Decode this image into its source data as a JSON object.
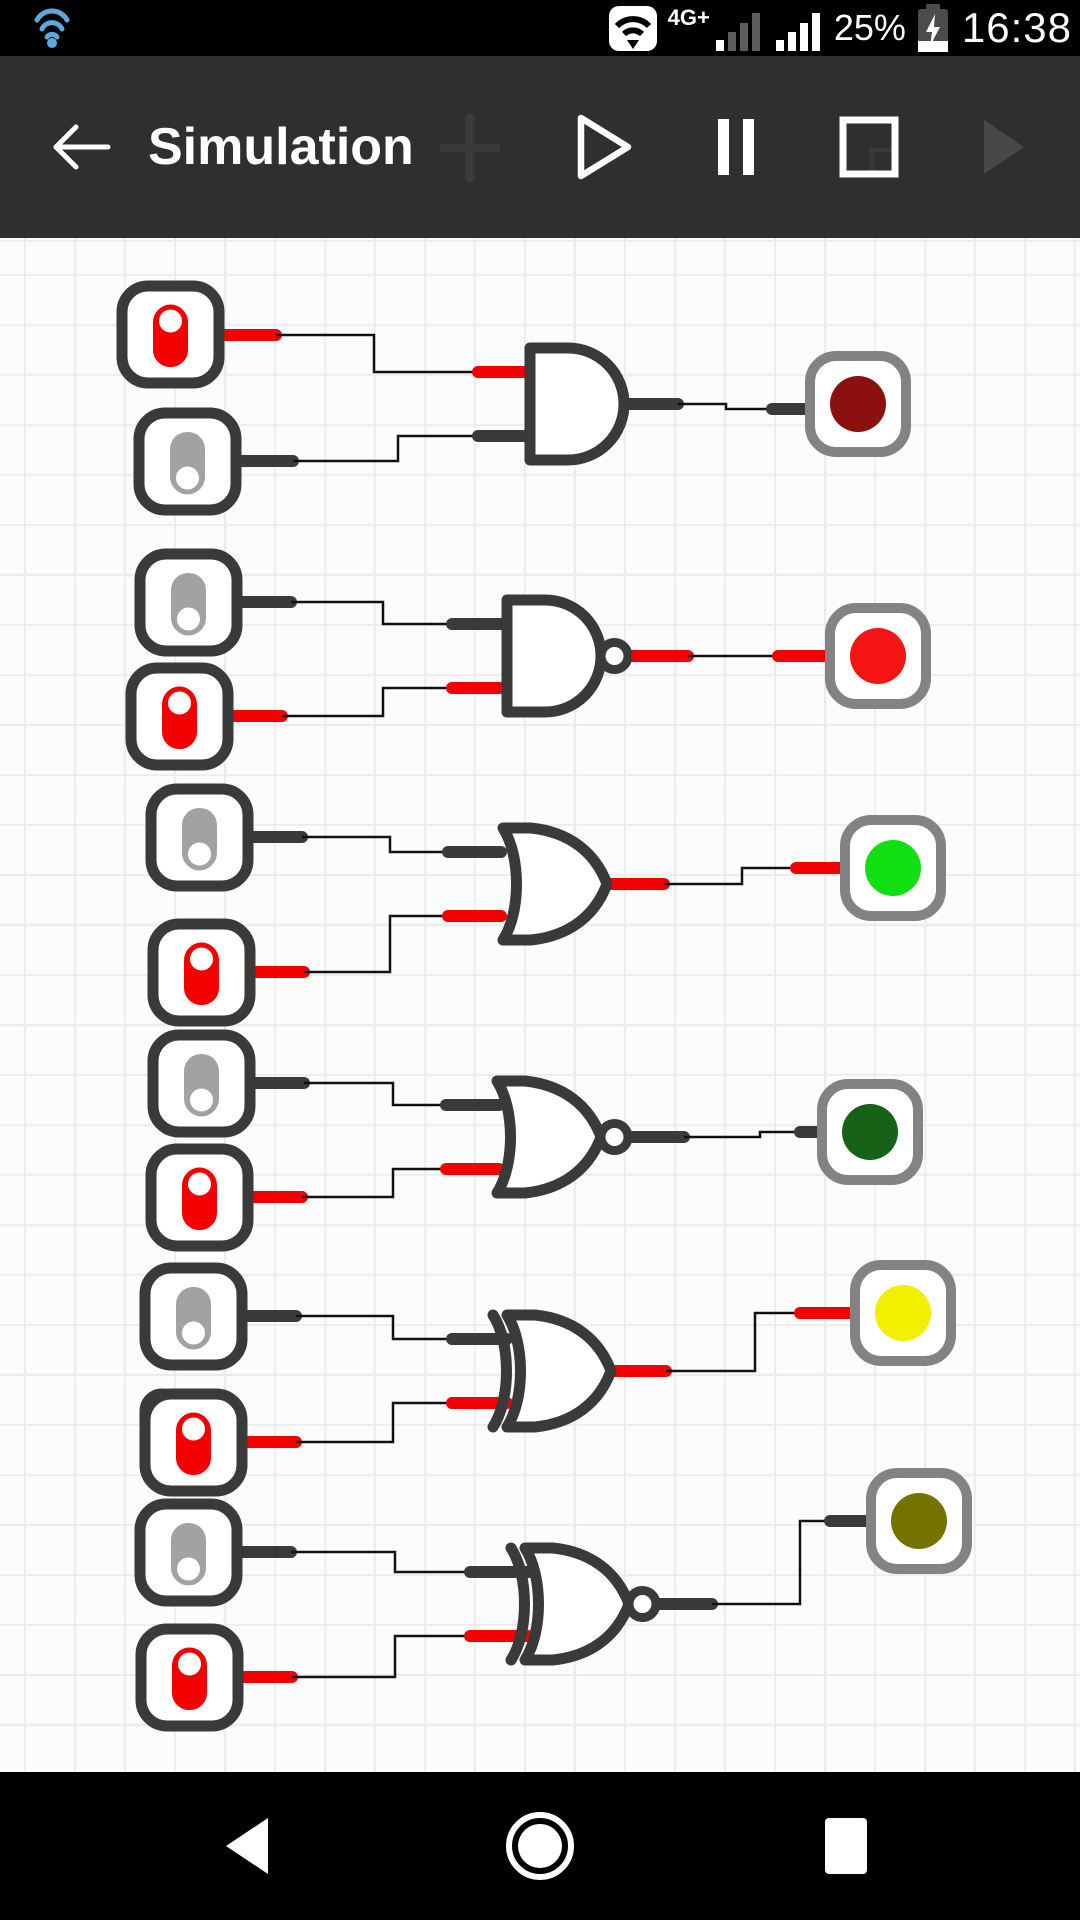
{
  "status_bar": {
    "time": "16:38",
    "battery_percent": "25%",
    "battery_state": "charging",
    "network_label": "4G+",
    "icons": [
      "wifi-icon",
      "wifi-hotspot-icon",
      "cell-signal-icon",
      "cell-signal-2-icon",
      "battery-charging-icon"
    ]
  },
  "toolbar": {
    "title": "Simulation",
    "back": "back-arrow",
    "buttons": [
      {
        "name": "play",
        "state": "enabled"
      },
      {
        "name": "pause",
        "state": "enabled"
      },
      {
        "name": "stop",
        "state": "enabled"
      }
    ],
    "ghost_icons": [
      "plus-icon",
      "step-forward-icon"
    ]
  },
  "circuit": {
    "rows": [
      {
        "gate": "AND",
        "inputs": [
          {
            "type": "toggle",
            "state": "on"
          },
          {
            "type": "toggle",
            "state": "off"
          }
        ],
        "output": "off",
        "led": {
          "state": "off",
          "color": "#8d1010"
        }
      },
      {
        "gate": "NAND",
        "inputs": [
          {
            "type": "toggle",
            "state": "off"
          },
          {
            "type": "toggle",
            "state": "on"
          }
        ],
        "output": "on",
        "led": {
          "state": "on",
          "color": "#f51414"
        }
      },
      {
        "gate": "OR",
        "inputs": [
          {
            "type": "toggle",
            "state": "off"
          },
          {
            "type": "toggle",
            "state": "on"
          }
        ],
        "output": "on",
        "led": {
          "state": "on",
          "color": "#12df12"
        }
      },
      {
        "gate": "NOR",
        "inputs": [
          {
            "type": "toggle",
            "state": "off"
          },
          {
            "type": "toggle",
            "state": "on"
          }
        ],
        "output": "off",
        "led": {
          "state": "off",
          "color": "#166216"
        }
      },
      {
        "gate": "XOR",
        "inputs": [
          {
            "type": "toggle",
            "state": "off"
          },
          {
            "type": "toggle",
            "state": "on"
          }
        ],
        "output": "on",
        "led": {
          "state": "on",
          "color": "#f2ef00"
        }
      },
      {
        "gate": "XNOR",
        "inputs": [
          {
            "type": "toggle",
            "state": "off"
          },
          {
            "type": "toggle",
            "state": "on"
          }
        ],
        "output": "off",
        "led": {
          "state": "off",
          "color": "#747200"
        }
      }
    ]
  },
  "nav_bar": {
    "icons": [
      "back-icon",
      "home-icon",
      "recents-icon"
    ]
  },
  "colors": {
    "signal_on": "#f50000",
    "signal_off": "#3a3a3a",
    "component_stroke": "#3a3a3a",
    "led_frame": "#838383",
    "toggle_off": "#a2a2a2",
    "wire": "#111111",
    "wifi_blue": "#5fa8dc"
  }
}
